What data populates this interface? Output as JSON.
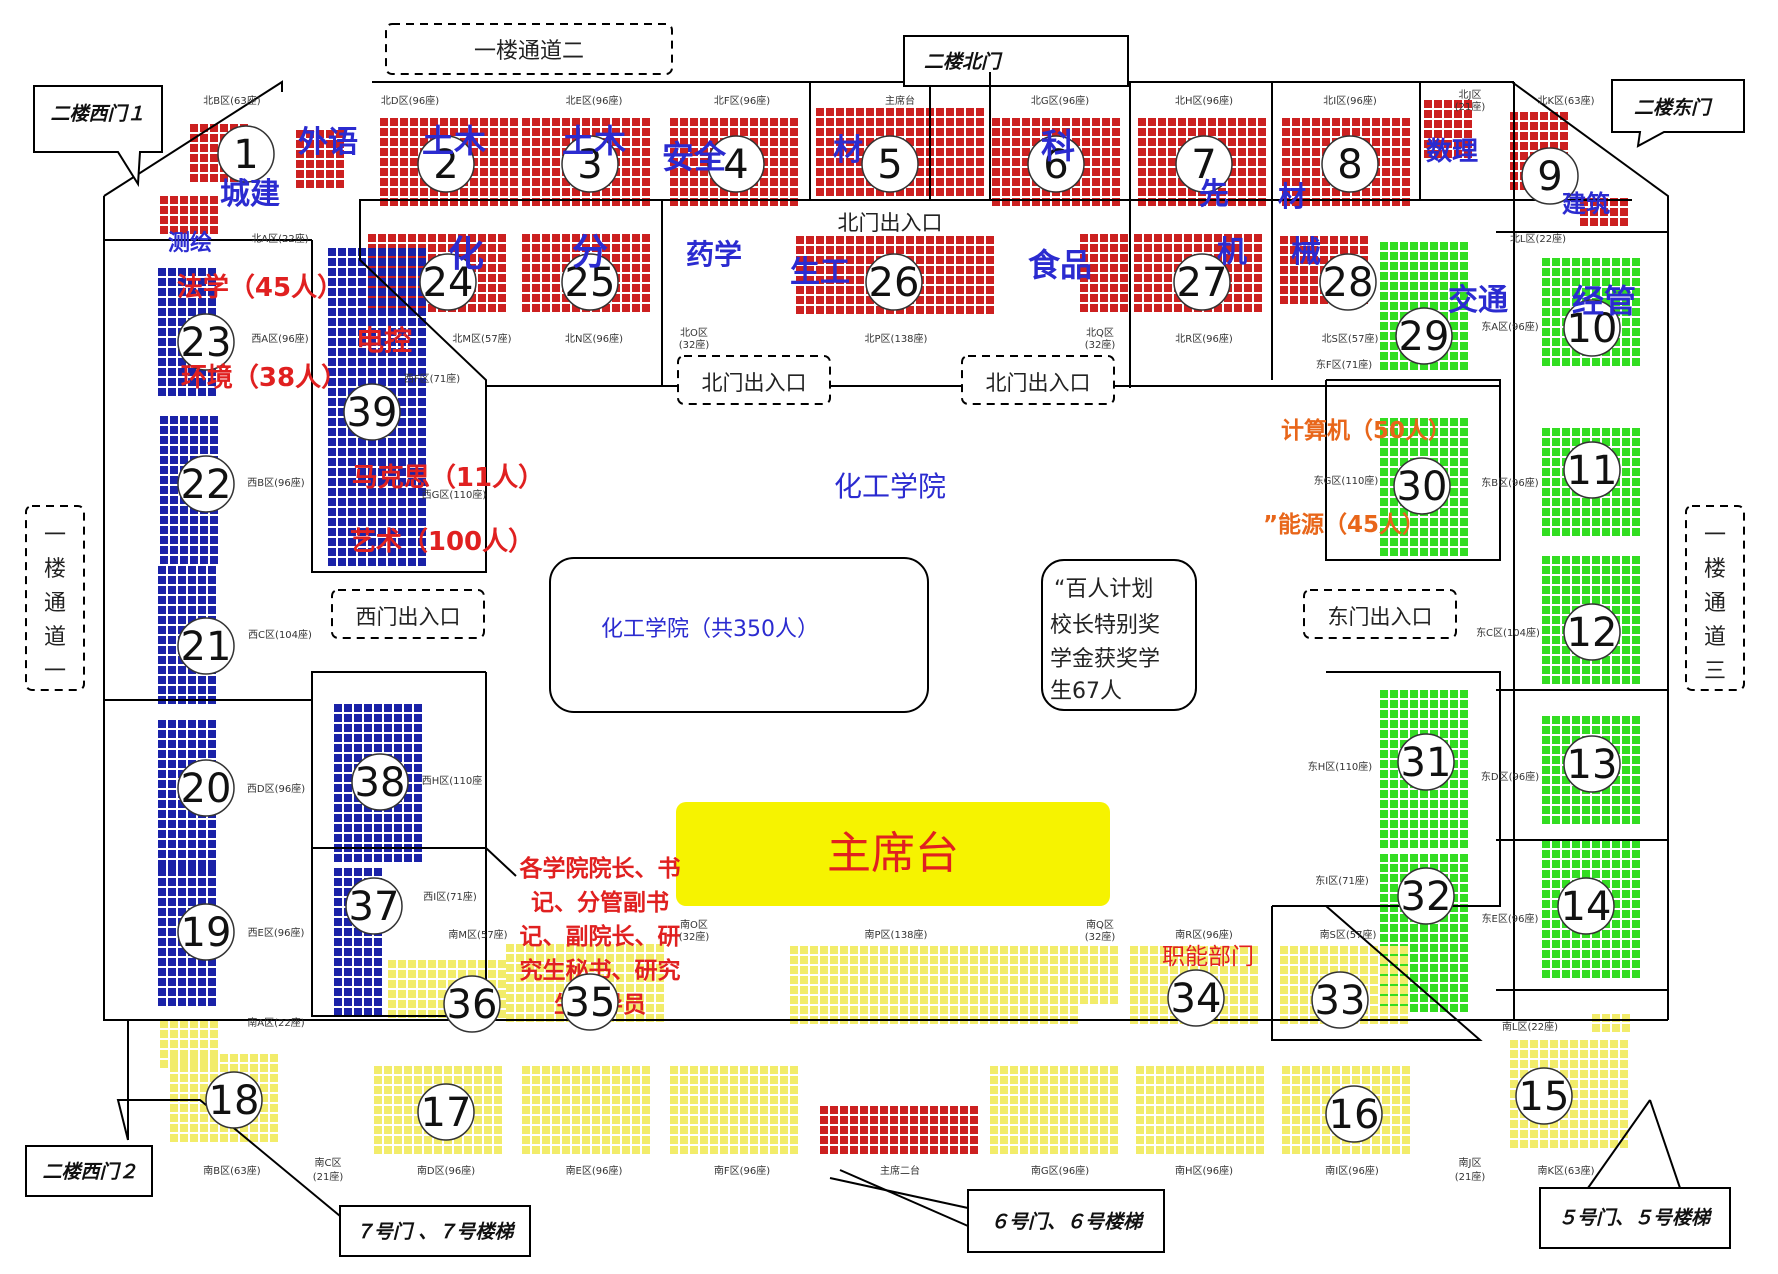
{
  "colors": {
    "red": "#cc2020",
    "blue": "#1a22a8",
    "green": "#33dd22",
    "yellow": "#f2ec6a",
    "stage": "#f6f300",
    "college_blue": "#2b2bd0",
    "college_red": "#e02020",
    "college_orange": "#e8661a"
  },
  "doors": {
    "west1": "二楼西门１",
    "north": "二楼北门",
    "east": "二楼东门",
    "west2": "二楼西门２",
    "gate7": "７号门 、７号楼梯",
    "gate6": "６号门、６号楼梯",
    "gate5": "５号门、５号楼梯"
  },
  "passages": {
    "p2": "一楼通道二",
    "p1": [
      "一",
      "楼",
      "通",
      "道",
      "一"
    ],
    "p3": [
      "一",
      "楼",
      "通",
      "道",
      "三"
    ]
  },
  "entrances": {
    "north_top": "北门出入口",
    "north_left": "北门出入口",
    "north_right": "北门出入口",
    "west": "西门出入口",
    "east": "东门出入口"
  },
  "center": {
    "college": "化工学院",
    "box": "化工学院（共350人）",
    "plan": [
      "“百人计划",
      "校长特别奖",
      "学金获奖学",
      "生67人"
    ],
    "stage": "主席台",
    "officials": [
      "各学院院长、书",
      "记、分管副书",
      "记、副院长、研",
      "究生秘书、研究",
      "生辅导员"
    ],
    "dept": "职能部门"
  },
  "sections": {
    "s1": "1",
    "s2": "2",
    "s3": "3",
    "s4": "4",
    "s5": "5",
    "s6": "6",
    "s7": "7",
    "s8": "8",
    "s9": "9",
    "s10": "10",
    "s11": "11",
    "s12": "12",
    "s13": "13",
    "s14": "14",
    "s15": "15",
    "s16": "16",
    "s17": "17",
    "s18": "18",
    "s19": "19",
    "s20": "20",
    "s21": "21",
    "s22": "22",
    "s23": "23",
    "s24": "24",
    "s25": "25",
    "s26": "26",
    "s27": "27",
    "s28": "28",
    "s29": "29",
    "s30": "30",
    "s31": "31",
    "s32": "32",
    "s33": "33",
    "s34": "34",
    "s35": "35",
    "s36": "36",
    "s37": "37",
    "s38": "38",
    "s39": "39"
  },
  "zones": {
    "northB": "北B区(63座)",
    "northD": "北D区(96座)",
    "northE": "北E区(96座)",
    "northF": "北F区(96座)",
    "podium": "主席台",
    "northG": "北G区(96座)",
    "northH": "北H区(96座)",
    "northI": "北I区(96座)",
    "northJ": "北J区",
    "northJ2": "(21座)",
    "northK": "北K区(63座)",
    "northL": "北L区(22座)",
    "northA": "北A区(22座)",
    "northM": "北M区(57座)",
    "northN": "北N区(96座)",
    "northO": "北O区",
    "northO2": "(32座)",
    "northP": "北P区(138座)",
    "northQ": "北Q区",
    "northQ2": "(32座)",
    "northR": "北R区(96座)",
    "northS": "北S区(57座)",
    "westA": "西A区(96座)",
    "westF": "西F区(71座)",
    "westB": "西B区(96座)",
    "westG": "西G区(110座)",
    "westC": "西C区(104座)",
    "westD": "西D区(96座)",
    "westH": "西H区(110座",
    "westI": "西I区(71座)",
    "westE": "西E区(96座)",
    "eastA": "东A区(96座)",
    "eastF": "东F区(71座)",
    "eastG": "东G区(110座)",
    "eastB": "东B区(96座)",
    "eastC": "东C区(104座)",
    "eastH": "东H区(110座)",
    "eastD": "东D区(96座)",
    "eastI": "东I区(71座)",
    "eastE": "东E区(96座)",
    "southM": "南M区(57座)",
    "southO": "南O区",
    "southO2": "(32座)",
    "southP": "南P区(138座)",
    "southQ": "南Q区",
    "southQ2": "(32座)",
    "southR": "南R区(96座)",
    "southS": "南S区(57座)",
    "southA": "南A区(22座)",
    "southL": "南L区(22座)",
    "southB": "南B区(63座)",
    "southC": "南C区",
    "southC2": "(21座)",
    "southD": "南D区(96座)",
    "southE": "南E区(96座)",
    "southF": "南F区(96座)",
    "podium2": "主席二台",
    "southG": "南G区(96座)",
    "southH": "南H区(96座)",
    "southI": "南I区(96座)",
    "southJ": "南J区",
    "southJ2": "(21座)",
    "southK": "南K区(63座)"
  },
  "colleges": {
    "waiyu": "外语",
    "chengjian": "城建",
    "cehui": "测绘",
    "tumu1": "土木",
    "tumu2": "土木",
    "anquan": "安全",
    "cai1": "材",
    "ke": "科",
    "xian": "先",
    "cai2": "材",
    "shuli": "数理",
    "jianzhu": "建筑",
    "hua": "化",
    "fen": "分",
    "yaoxue": "药学",
    "shenggong": "生工",
    "shipin": "食品",
    "ji": "机",
    "xie": "械",
    "jiaotong": "交通",
    "jingguan": "经管",
    "dianko": "电控",
    "faxue": "法学（45人）",
    "huanjing": "环境（38人）",
    "makesi": "马克思（11人）",
    "yishu": "艺术（100人）",
    "jisuanji": "计算机（50人）",
    "nengyuan": "”能源（45人）"
  }
}
